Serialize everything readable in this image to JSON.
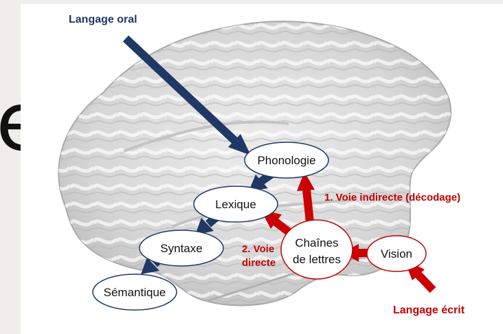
{
  "slide_edge_letter": "e",
  "nodes": {
    "phonologie": "Phonologie",
    "lexique": "Lexique",
    "syntaxe": "Syntaxe",
    "semantique": "Sémantique",
    "chaines_line1": "Chaînes",
    "chaines_line2": "de lettres",
    "vision": "Vision"
  },
  "labels": {
    "langage_oral": "Langage oral",
    "langage_ecrit": "Langage écrit",
    "voie_indirecte": "1. Voie indirecte (décodage)",
    "voie_directe_line1": "2. Voie",
    "voie_directe_line2": "directe"
  },
  "colors": {
    "blue_arrow": "#1f3864",
    "red_arrow": "#cc0000",
    "node_border_blue": "#1f3864",
    "node_border_red": "#c00000",
    "brain": "#d9d9d9"
  }
}
